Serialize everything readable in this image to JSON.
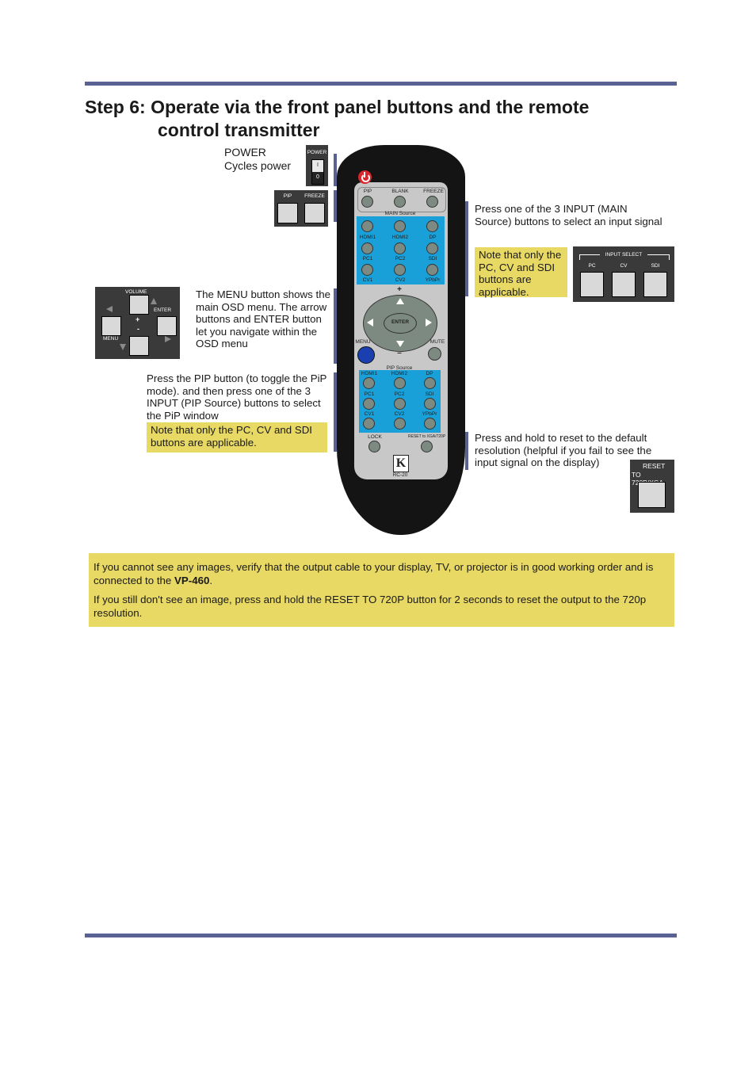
{
  "header": {
    "title_line1": "Step 6: Operate via the front panel buttons and the remote",
    "title_line2": "control transmitter"
  },
  "callouts": {
    "power_title": "POWER",
    "power_desc": "Cycles power",
    "input_main": "Press one of the 3 INPUT (MAIN Source) buttons to select an input signal",
    "input_main_note": "Note that only the PC, CV and SDI buttons are applicable.",
    "menu": "The MENU button shows the main OSD menu. The arrow buttons and ENTER button let you navigate within the OSD menu",
    "pip": "Press  the PIP button (to toggle the PiP mode). and then press one of the 3 INPUT (PIP Source) buttons to select the PiP window",
    "pip_note": "Note that only the PC, CV and SDI buttons are applicable.",
    "reset": "Press and hold to reset to the default resolution (helpful if you fail to see the input signal on the display)"
  },
  "panels": {
    "power": {
      "label": "POWER",
      "on": "I",
      "off": "0"
    },
    "pip_freeze": {
      "pip": "PIP",
      "freeze": "FREEZE"
    },
    "volume": {
      "volume": "VOLUME",
      "enter": "ENTER",
      "menu": "MENU",
      "plus": "+",
      "minus": "-"
    },
    "input_select": {
      "title": "INPUT SELECT",
      "pc": "PC",
      "cv": "CV",
      "sdi": "SDI"
    },
    "reset": {
      "line1": "RESET",
      "line2": "TO 720P/XGA"
    }
  },
  "remote": {
    "top_buttons": [
      "PIP",
      "BLANK",
      "FREEZE"
    ],
    "main_source_label": "MAIN Source",
    "main_source_buttons": [
      "HDMI1",
      "HDMI2",
      "DP",
      "PC1",
      "PC2",
      "SDI",
      "CV1",
      "CV2",
      "YPbPr"
    ],
    "plus": "+",
    "minus": "–",
    "enter": "ENTER",
    "menu": "MENU",
    "mute": "MUTE",
    "pip_source_label": "PIP Source",
    "pip_source_buttons": [
      "HDMI1",
      "HDMI2",
      "DP",
      "PC1",
      "PC2",
      "SDI",
      "CV1",
      "CV2",
      "YPbPr"
    ],
    "lock": "LOCK",
    "reset": "RESET to XGA/720P",
    "logo": "K",
    "model": "RC-20"
  },
  "info_box": {
    "p1_text": "If you cannot see any images, verify that the output cable to your display, TV, or projector is in good working order and is connected to the ",
    "p1_bold": "VP-460",
    "p1_end": ".",
    "p2": "If you still don't see an image, press and hold the RESET TO 720P button for 2 seconds to reset the output to the 720p  resolution."
  },
  "colors": {
    "rule": "#5a6294",
    "note_bg": "#e8d964",
    "remote_blue": "#1aa0d8",
    "power_red": "#d8252b",
    "menu_blue": "#1a3fb0"
  }
}
